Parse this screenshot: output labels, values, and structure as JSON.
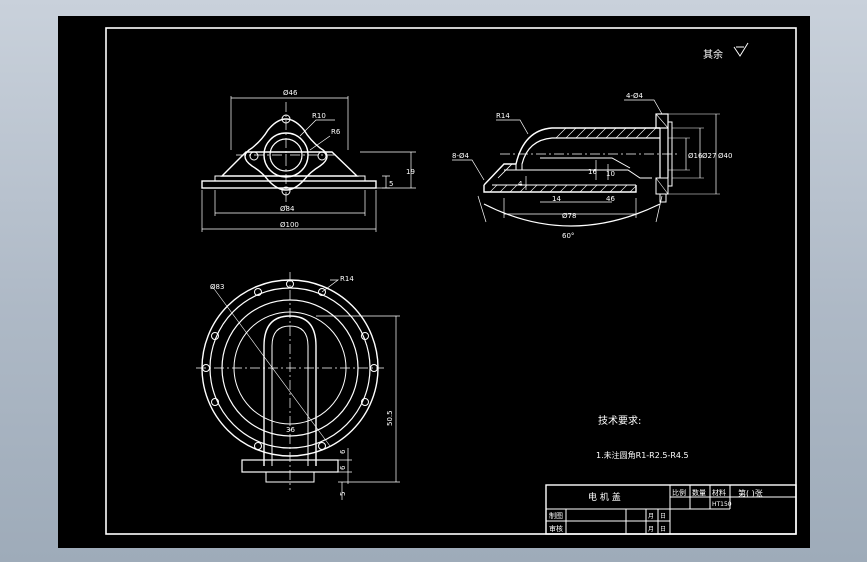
{
  "surface_mark": "其余",
  "tech_requirements_title": "技术要求:",
  "tech_requirements_item": "1.未注圆角R1-R2.5-R4.5",
  "dimensions": {
    "top_view_d46": "Ø46",
    "top_view_r10": "R10",
    "top_view_r6": "R6",
    "top_view_d84": "Ø84",
    "top_view_d100": "Ø100",
    "top_view_h5": "5",
    "top_view_h19": "19",
    "section_holes": "4-Ø4",
    "section_r14": "R14",
    "section_holes2": "8-Ø4",
    "section_16": "16",
    "section_10": "10",
    "section_4": "4",
    "section_14": "14",
    "section_46": "46",
    "section_d78": "Ø78",
    "section_angle": "60°",
    "section_d16": "Ø16",
    "section_d27": "Ø27",
    "section_d40": "Ø40",
    "plan_d83": "Ø83",
    "plan_r14": "R14",
    "plan_36": "36",
    "plan_50_5": "50.5",
    "plan_6a": "6",
    "plan_6b": "6",
    "plan_5": "5"
  },
  "title_block": {
    "part_name": "电 机 盖",
    "col_scale": "比例",
    "col_qty": "数量",
    "col_material": "材料",
    "sheet_no": "第( )张",
    "material": "HT150",
    "row_drawn": "制图",
    "row_checked": "审核",
    "month": "月",
    "day": "日"
  },
  "colors": {
    "sheet": "#000000",
    "lines": "#ffffff",
    "background": "#b7c1cd"
  }
}
